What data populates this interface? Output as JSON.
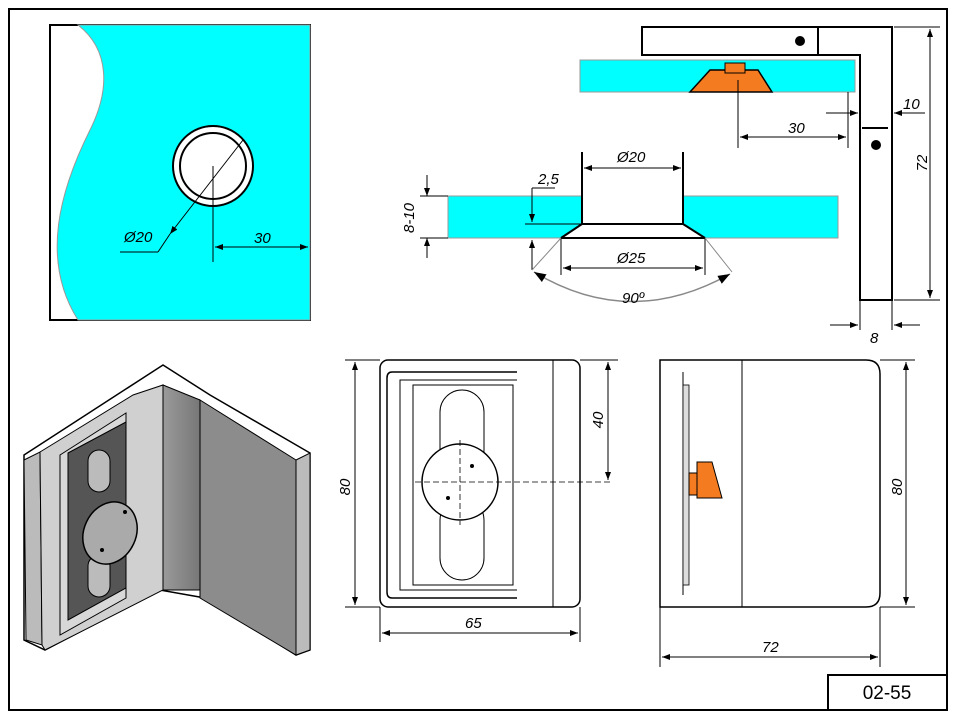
{
  "drawing": {
    "code": "02-55",
    "hole_view": {
      "diameter": "Ø20",
      "edge_distance": "30"
    },
    "top_section": {
      "edge_distance": "30",
      "gap": "10",
      "height": "72",
      "thickness": "8"
    },
    "hole_section": {
      "countersink_depth": "2,5",
      "hole_diameter": "Ø20",
      "glass_thickness": "8-10",
      "countersink_diameter": "Ø25",
      "angle": "90º"
    },
    "front_view": {
      "height": "80",
      "hole_height": "40",
      "width": "65"
    },
    "side_view": {
      "height": "80",
      "depth": "72"
    }
  },
  "colors": {
    "glass": "#00ffff",
    "gasket": "#f47b20"
  }
}
